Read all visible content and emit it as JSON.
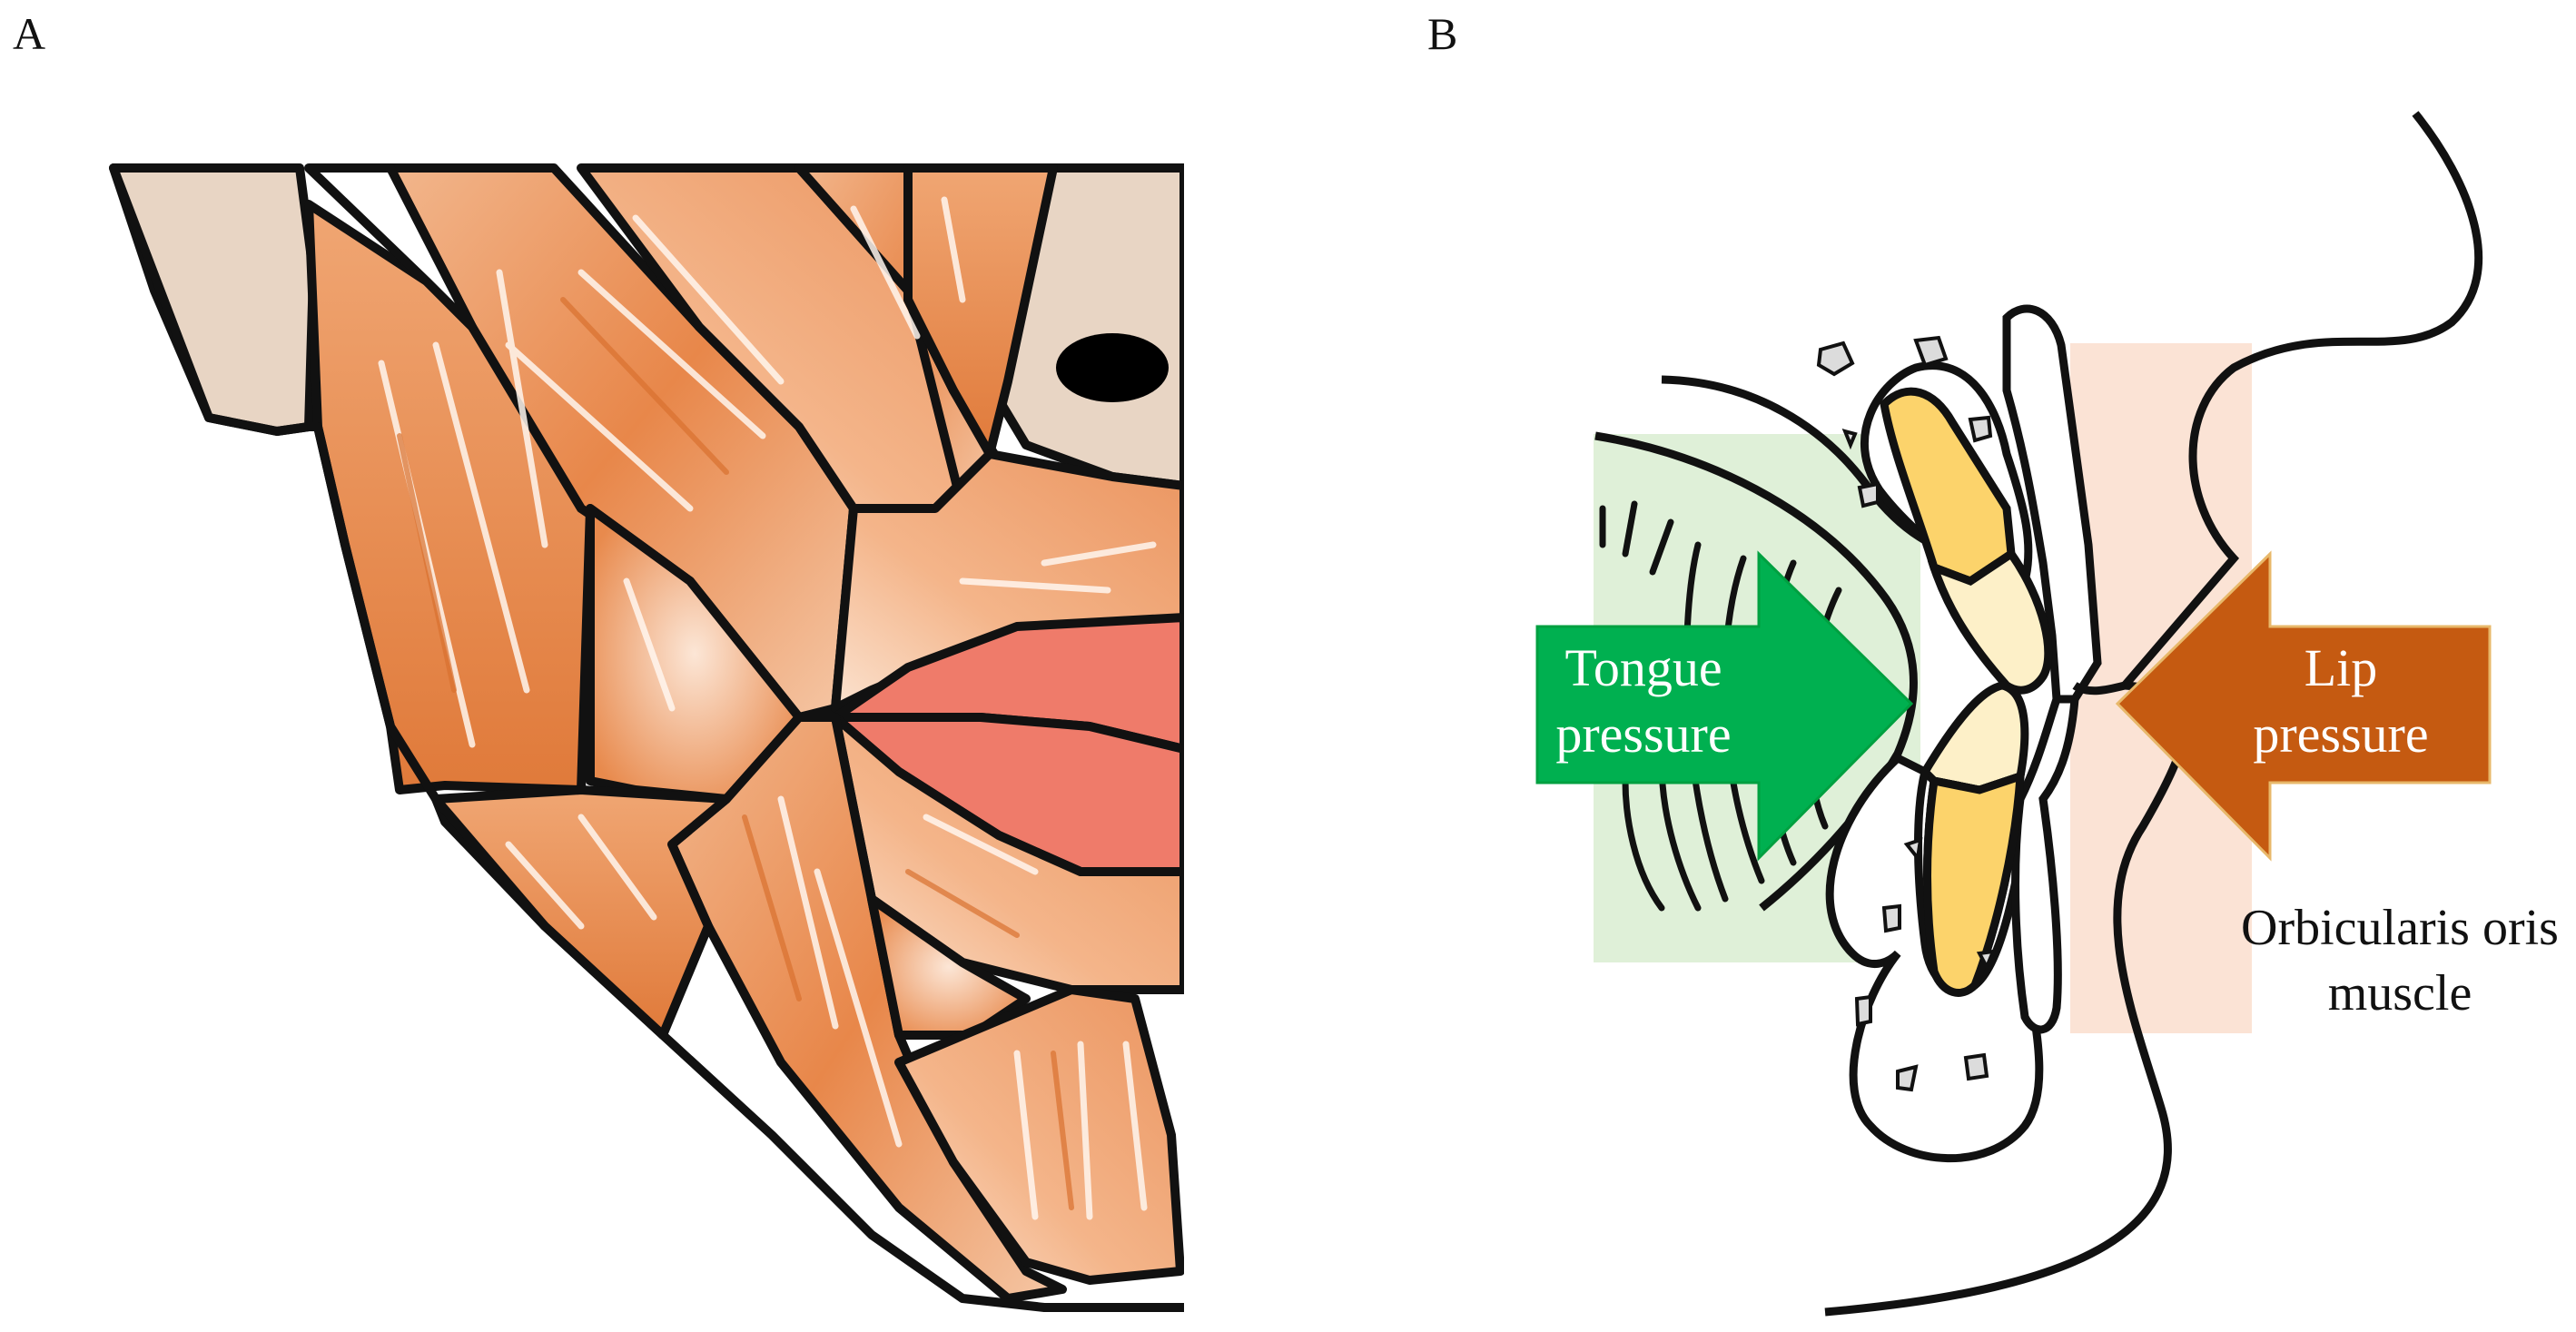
{
  "panels": {
    "a": {
      "letter": "A"
    },
    "b": {
      "letter": "B"
    }
  },
  "arrows": {
    "tongue": {
      "line1": "Tongue",
      "line2": "pressure",
      "color": "#00b050"
    },
    "lip": {
      "line1": "Lip",
      "line2": "pressure",
      "color": "#c55a11"
    }
  },
  "labels": {
    "muscle_line1": "Orbicularis oris",
    "muscle_line2": "muscle"
  },
  "colors": {
    "muscle": "#e98f52",
    "skin": "#e8d5c4",
    "lip": "#ef7b6a",
    "tooth": "#fcd36b",
    "tooth_crown_light": "#fdf0c8",
    "tongue_zone": "#dff0d8",
    "lip_zone": "#fbe3d5"
  }
}
